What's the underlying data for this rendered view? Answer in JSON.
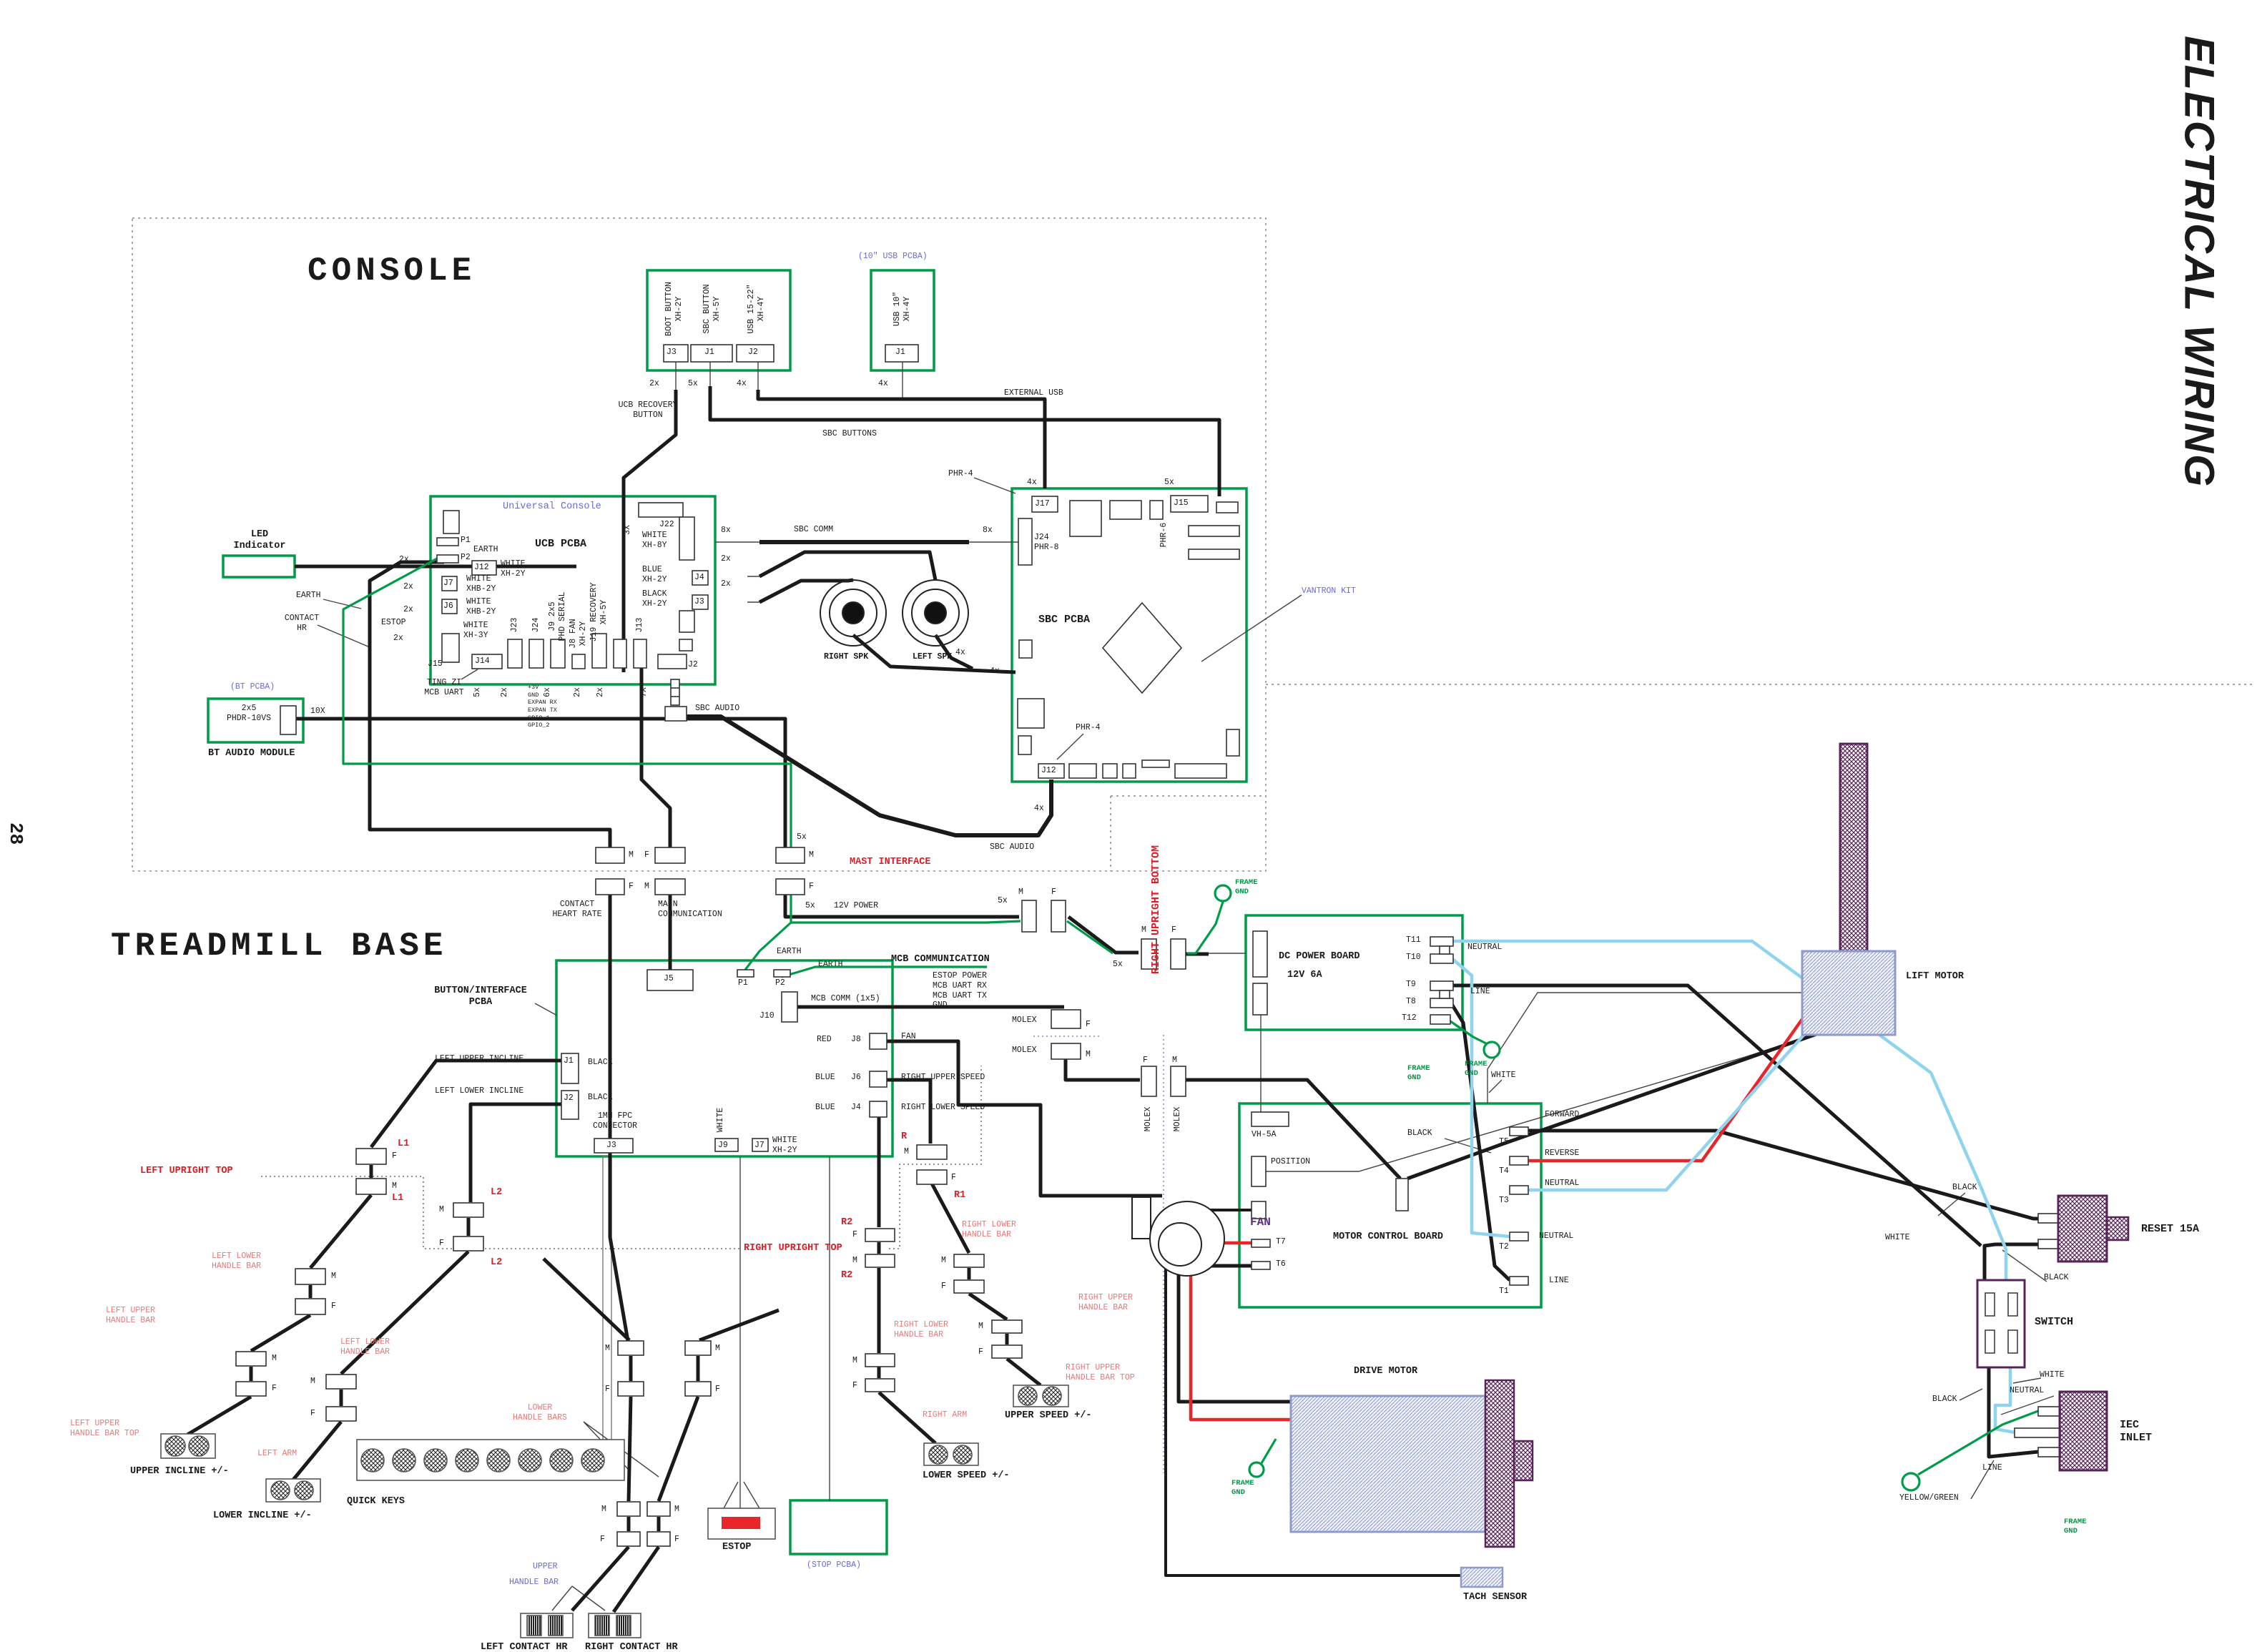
{
  "t": {
    "page": "28",
    "side": "ELECTRICAL WIRING",
    "console": "CONSOLE",
    "base": "TREADMILL BASE",
    "mast": "MAST INTERFACE",
    "m": "M",
    "f": "F",
    "p1": "P1",
    "p2": "P2",
    "x2": "2x",
    "x3": "3X",
    "x4": "4x",
    "x5": "5x",
    "x6": "6x",
    "x7": "7X",
    "x8": "8x",
    "x10": "10X",
    "j1": "J1",
    "j2": "J2",
    "j3": "J3",
    "j4": "J4",
    "j5": "J5",
    "j6": "J6",
    "j7": "J7",
    "j8": "J8",
    "j9": "J9",
    "j10": "J10",
    "j12": "J12",
    "j13": "J13",
    "j14": "J14",
    "j15": "J15",
    "j17": "J17",
    "j22": "J22",
    "j23": "J23",
    "j24": "J24",
    "boot": "BOOT BUTTON\nXH-2Y",
    "sbcbtn": "SBC BUTTON\nXH-5Y",
    "usb1522": "USB 15-22\"\nXH-4Y",
    "usb10pcba": "(10\" USB PCBA)",
    "usb10": "USB 10\"\nXH-4Y",
    "extusb": "EXTERNAL USB",
    "ucbrec": "UCB RECOVERY\nBUTTON",
    "sbcbtns": "SBC BUTTONS",
    "phr4": "PHR-4",
    "phr6": "PHR-6",
    "j24phr8": "J24\nPHR-8",
    "uc": "Universal Console",
    "ucbpcba": "UCB PCBA",
    "earth": "EARTH",
    "estop": "ESTOP",
    "contacthr": "CONTACT\nHR",
    "wxh2": "WHITE\nXH-2Y",
    "wxhb2": "WHITE\nXHB-2Y",
    "wxh3": "WHITE\nXH-3Y",
    "wxh8": "WHITE\nXH-8Y",
    "bxh2": "BLUE\nXH-2Y",
    "blxh2": "BLACK\nXH-2Y",
    "tingzi": "TING ZI\nMCB UART",
    "j9phd": "J9 2x5\nPHD SERIAL",
    "j8fan": "J8 FAN\nXH-2Y",
    "j19rec": "J19 RECOVERY\nXH-5Y",
    "gpio": "+3V\nGND\nEXPAN RX\nEXPAN TX\nGPIO_1\nGPIO_2",
    "led": "LED\nIndicator",
    "btpcba": "(BT PCBA)",
    "phdr": "2x5\nPHDR-10VS",
    "btmod": "BT AUDIO MODULE",
    "sbccomm": "SBC COMM",
    "sbcpcba": "SBC PCBA",
    "vantron": "VANTRON KIT",
    "sbcaudio": "SBC AUDIO",
    "rspk": "RIGHT SPK",
    "lspk": "LEFT SPK",
    "chr2": "CONTACT\nHEART RATE",
    "maincomm": "MAIN\nCOMMUNICATION",
    "pwr12": "12V POWER",
    "mcbcomm": "MCB COMMUNICATION",
    "mcbsub": "ESTOP POWER\nMCB UART RX\nMCB UART TX\nGND",
    "mcb1x5": "MCB COMM (1x5)",
    "molex": "MOLEX",
    "fgnd": "FRAME\nGND",
    "rub": "RIGHT UPRIGHT BOTTOM",
    "rut": "RIGHT UPRIGHT TOP",
    "lut": "LEFT UPRIGHT TOP",
    "btnifc": "BUTTON/INTERFACE\nPCBA",
    "lui": "LEFT UPPER INCLINE",
    "lli": "LEFT LOWER INCLINE",
    "black": "BLACK",
    "red": "RED",
    "blue": "BLUE",
    "white": "WHITE",
    "fpc": "1MM FPC\nCONNECTOR",
    "rus": "RIGHT UPPER SPEED",
    "rls": "RIGHT LOWER SPEED",
    "l1": "L1",
    "l2": "L2",
    "r": "R",
    "r1": "R1",
    "r2": "R2",
    "llhb": "LEFT LOWER\nHANDLE BAR",
    "luhb": "LEFT UPPER\nHANDLE BAR",
    "luhbt": "LEFT UPPER\nHANDLE BAR TOP",
    "larm": "LEFT ARM",
    "rarm": "RIGHT ARM",
    "rlhb": "RIGHT LOWER\nHANDLE BAR",
    "ruhb": "RIGHT UPPER\nHANDLE BAR",
    "ruhbt": "RIGHT UPPER\nHANDLE BAR TOP",
    "ui": "UPPER INCLINE +/-",
    "li": "LOWER INCLINE +/-",
    "qk": "QUICK KEYS",
    "lhb": "LOWER\nHANDLE BARS",
    "upper": "UPPER",
    "hbar": "HANDLE BAR",
    "us": "UPPER SPEED +/-",
    "ls": "LOWER SPEED +/-",
    "stoppcba": "(STOP PCBA)",
    "lch": "LEFT CONTACT HR",
    "rch": "RIGHT CONTACT HR",
    "fan": "FAN",
    "dcb": "DC POWER BOARD",
    "dcv": "12V 6A",
    "t11": "T11",
    "t10": "T10",
    "t9": "T9",
    "t8": "T8",
    "t12": "T12",
    "neutral": "NEUTRAL",
    "line": "LINE",
    "mcbboard": "MOTOR CONTROL BOARD",
    "vh5a": "VH-5A",
    "position": "POSITION",
    "t7": "T7",
    "t6": "T6",
    "t5": "T5",
    "t4": "T4",
    "t3": "T3",
    "t2": "T2",
    "t1": "T1",
    "forward": "FORWARD",
    "reverse": "REVERSE",
    "drive": "DRIVE MOTOR",
    "tach": "TACH SENSOR",
    "lift": "LIFT MOTOR",
    "reset": "RESET 15A",
    "sw": "SWITCH",
    "iec": "IEC\nINLET",
    "yg": "YELLOW/GREEN"
  }
}
